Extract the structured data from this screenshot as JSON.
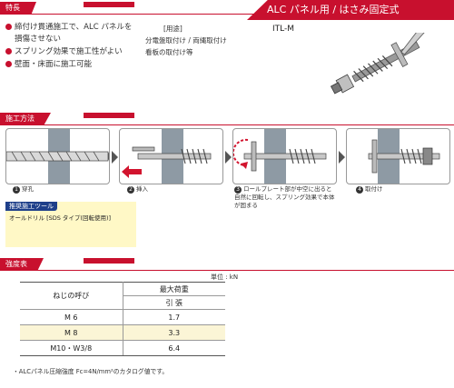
{
  "sections": {
    "features": "特長",
    "method": "施工方法",
    "strength": "強度表"
  },
  "features": [
    "締付け貫通施工で、ALC パネルを",
    "損傷させない",
    "スプリング効果で施工性がよい",
    "壁面・床面に施工可能"
  ],
  "product": {
    "title": "ALC パネル用 / はさみ固定式",
    "model": "ITL-M",
    "use_label": "[用途]",
    "uses": [
      "分電盤取付け / 両縄取付け",
      "看板の取付け等"
    ]
  },
  "steps": [
    {
      "num": "1",
      "text": "穿孔"
    },
    {
      "num": "2",
      "text": "挿入"
    },
    {
      "num": "3",
      "text": "ロールプレート部が中空に出ると自然に回転し、スプリング効果で本体が固まる"
    },
    {
      "num": "4",
      "text": "取付け"
    }
  ],
  "tool": {
    "tag": "推奨施工ツール",
    "text": "オールドリル [SDS タイプ(回転使用)]"
  },
  "table": {
    "unit": "単位 : kN",
    "col_name": "ねじの呼び",
    "col_load": "最大荷重",
    "col_sub": "引 張",
    "rows": [
      {
        "name": "M 6",
        "value": "1.7"
      },
      {
        "name": "M 8",
        "value": "3.3"
      },
      {
        "name": "M10・W3/8",
        "value": "6.4"
      }
    ]
  },
  "footnote": "・ALCパネル圧縮強度 Fc=4N/mm²のカタログ値です。",
  "colors": {
    "accent": "#c8102e",
    "tool_tag": "#1e3f8a",
    "tool_bg": "#fff8c6"
  }
}
